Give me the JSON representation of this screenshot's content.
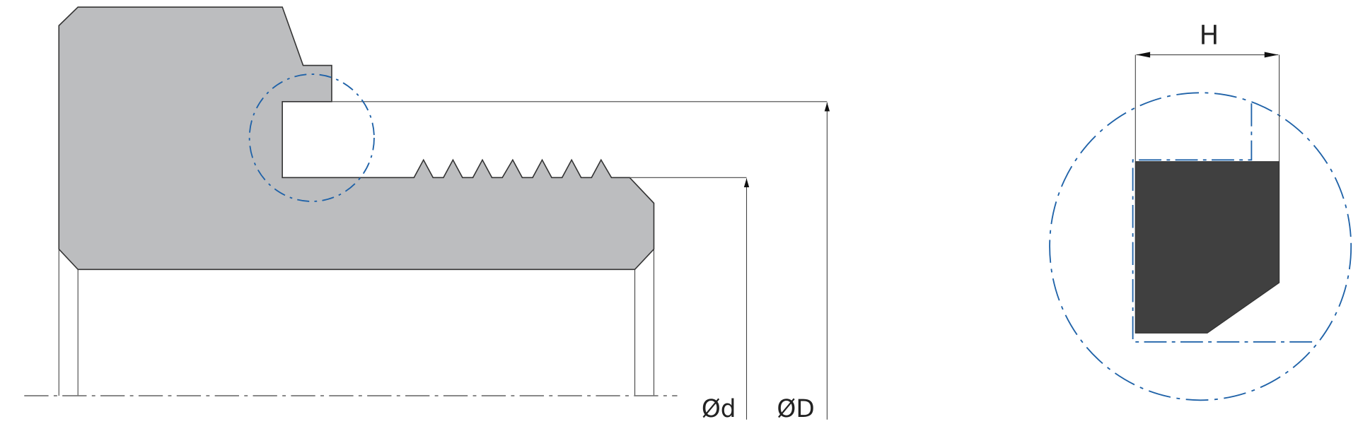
{
  "labels": {
    "inner_diameter": "Ød",
    "outer_diameter": "ØD",
    "height": "H"
  },
  "colors": {
    "seal_body": "#bcbdbf",
    "profile_fill": "#404040",
    "outline": "#333333",
    "detail_circle": "#1f62a8",
    "centerline": "#777777"
  }
}
